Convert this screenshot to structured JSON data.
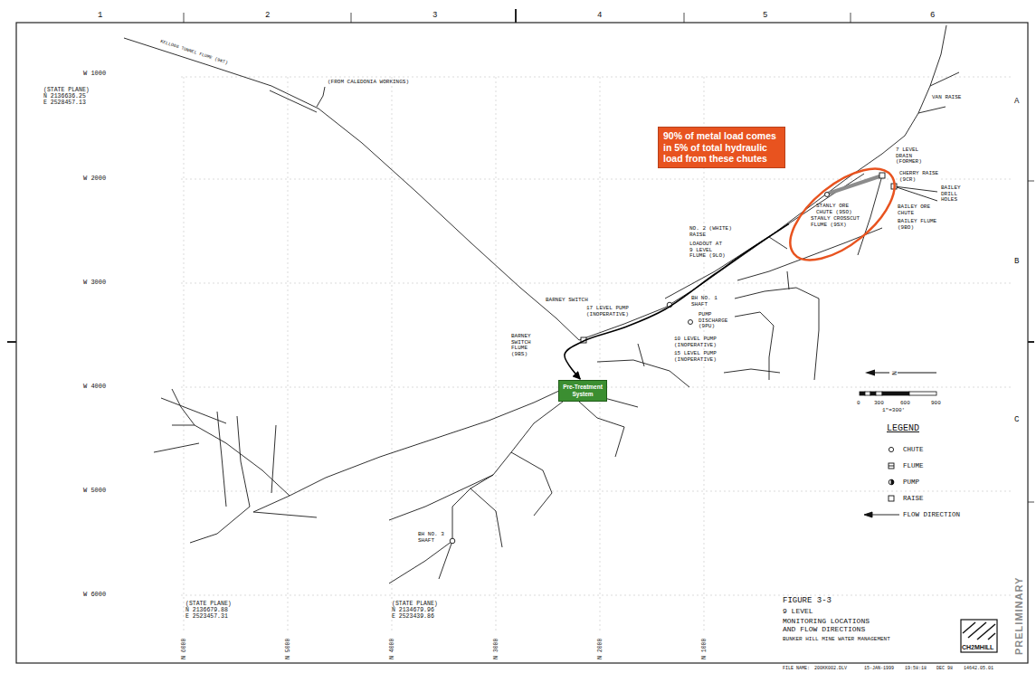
{
  "diagram": {
    "title": "FIGURE 3-3",
    "nodes": [
      {
        "text": [
          "90% of metal load comes in 5% of total hydraulic load from these chutes"
        ]
      },
      {
        "text": [
          "STANLY ORE CHUTE (9SO)",
          "STANLY CROSSCUT FLUME (9SX)"
        ]
      },
      {
        "text": [
          "Pre-Treatment System"
        ]
      }
    ],
    "edges": [
      {
        "from": 1,
        "to": 2,
        "arrow": "to"
      }
    ],
    "labels": [
      "1",
      "2",
      "3",
      "4",
      "5",
      "6",
      "A",
      "B",
      "C",
      "W 1000",
      "W 2000",
      "W 3000",
      "W 4000",
      "W 5000",
      "W 6000",
      "(STATE PLANE) N 2136636.25 E 2528457.13",
      "KELLOGG TUNNEL FLUME (9KT)",
      "(FROM CALEDONIA WORKINGS)",
      "BARNEY SWITCH",
      "17 LEVEL PUMP (INOPERATIVE)",
      "BARNEY SWITCH FLUME (9BS)",
      "BH NO. 1 SHAFT",
      "PUMP DISCHARGE (9PU)",
      "10 LEVEL PUMP (INOPERATIVE)",
      "15 LEVEL PUMP (INOPERATIVE)",
      "NO. 2 (WHITE) RAISE",
      "LOADOUT AT 9 LEVEL FLUME (9LO)",
      "7 LEVEL DRAIN (FORMER)",
      "CHERRY RAISE (9CR)",
      "BAILEY DRILL HOLES",
      "BAILEY ORE CHUTE",
      "BAILEY FLUME (9BO)",
      "VAN RAISE",
      "BH NO. 3 SHAFT",
      "(STATE PLANE) N 2136679.88 E 2523457.31",
      "(STATE PLANE) N 2134679.96 E 2523439.86",
      "N 6000",
      "N 5000",
      "N 4000",
      "N 3000",
      "N 2000",
      "N 1000",
      "LEGEND",
      "0",
      "300",
      "600",
      "900",
      "1\"=300'",
      "N",
      "9 LEVEL",
      "MONITORING LOCATIONS AND FLOW DIRECTIONS",
      "BUNKER HILL MINE WATER MANAGEMENT",
      "CH2MHILL",
      "PRELIMINARY",
      "FILE NAME:",
      "200KK002.DLV",
      "15-JAN-1999",
      "19:58:18",
      "DEC 98",
      "14642.05.01"
    ],
    "legend": [
      {
        "text": "CHUTE"
      },
      {
        "text": "FLUME"
      },
      {
        "text": "PUMP"
      },
      {
        "text": "RAISE"
      },
      {
        "text": "FLOW DIRECTION"
      }
    ]
  }
}
